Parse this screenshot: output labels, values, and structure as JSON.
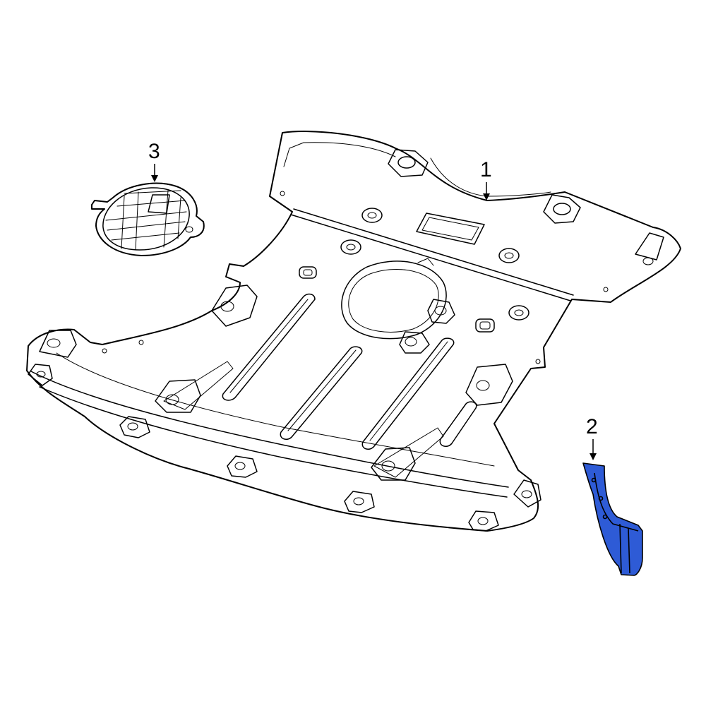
{
  "diagram": {
    "callouts": [
      {
        "id": "1",
        "label": "1"
      },
      {
        "id": "2",
        "label": "2"
      },
      {
        "id": "3",
        "label": "3"
      }
    ],
    "colors": {
      "highlight": "#2E5BD6",
      "outline": "#000000",
      "background": "#ffffff"
    }
  }
}
